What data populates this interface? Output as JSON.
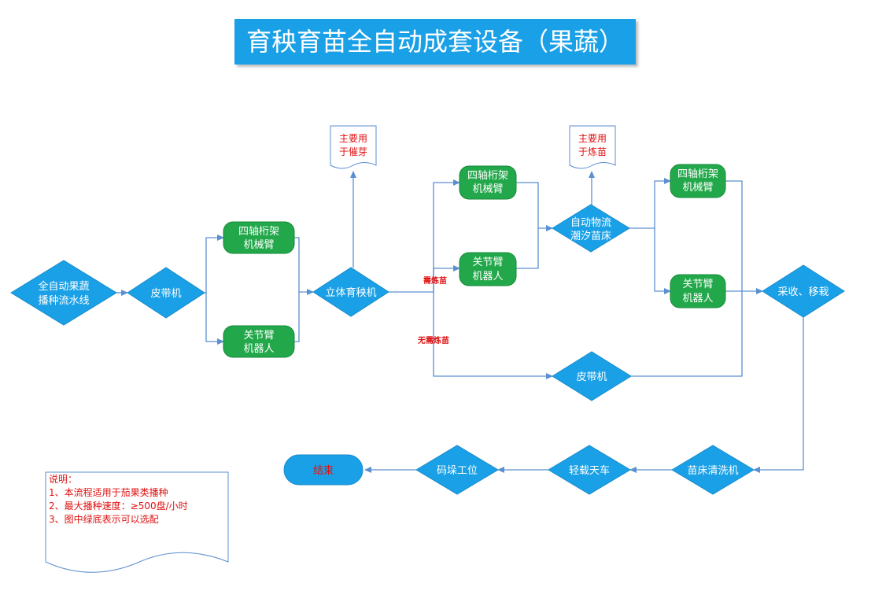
{
  "title": "育秧育苗全自动成套设备（果蔬）",
  "nodes": {
    "n_seeding": [
      "全自动果蔬",
      "播种流水线"
    ],
    "n_belt1": [
      "皮带机"
    ],
    "n_gantry1": [
      "四轴桁架",
      "机械臂"
    ],
    "n_robot1": [
      "关节臂",
      "机器人"
    ],
    "n_nursery": [
      "立体育秧机"
    ],
    "n_doc1": [
      "主要用",
      "于催芽"
    ],
    "n_gantry2": [
      "四轴桁架",
      "机械臂"
    ],
    "n_robot2": [
      "关节臂",
      "机器人"
    ],
    "n_tide": [
      "自动物流",
      "潮汐苗床"
    ],
    "n_doc2": [
      "主要用",
      "于炼苗"
    ],
    "n_gantry3": [
      "四轴桁架",
      "机械臂"
    ],
    "n_robot3": [
      "关节臂",
      "机器人"
    ],
    "n_harvest": [
      "采收、移栽"
    ],
    "n_belt2": [
      "皮带机"
    ],
    "n_cleaner": [
      "苗床清洗机"
    ],
    "n_crane": [
      "轻载天车"
    ],
    "n_stack": [
      "码垛工位"
    ],
    "n_end": [
      "结束"
    ]
  },
  "branch_labels": {
    "need": "需炼苗",
    "noneed": "无需炼苗"
  },
  "note": {
    "lines": [
      "说明：",
      "1、本流程适用于茄果类播种",
      "2、最大播种速度：≥500盘/小时",
      "3、图中绿底表示可以选配"
    ]
  },
  "colors": {
    "diamond": "#1aa0e6",
    "optional": "#22a84a",
    "line": "#5b8fd0",
    "red_text": "#e01010"
  }
}
